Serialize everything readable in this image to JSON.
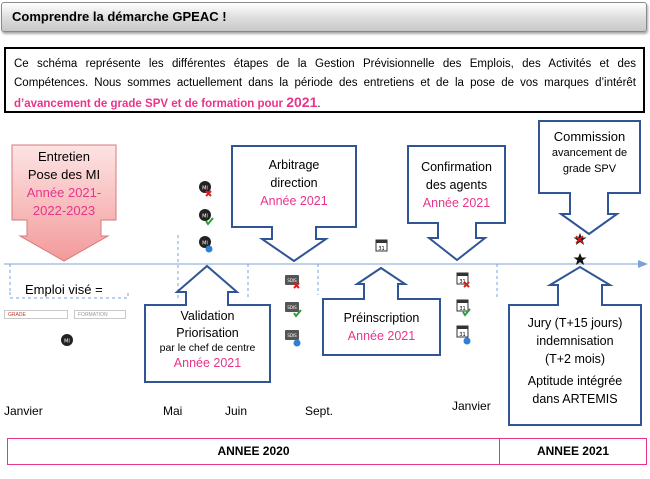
{
  "header": {
    "title": "Comprendre la démarche GPEAC !"
  },
  "intro": {
    "text": "Ce schéma représente les différentes étapes de la Gestion Prévisionnelle  des Emplois, des Activités et des Compétences. Nous sommes actuellement dans la période des entretiens et de la pose de vos marques d’intérêt ",
    "highlight": "d’avancement de grade SPV et de formation pour ",
    "year": "2021",
    "end": "."
  },
  "steps": {
    "entretien": {
      "line1": "Entretien",
      "line2": "Pose des MI",
      "year1": "Année 2021-",
      "year2": "2022-2023"
    },
    "arbitrage": {
      "line1": "Arbitrage",
      "line2": "direction",
      "year": "Année 2021"
    },
    "confirmation": {
      "line1": "Confirmation",
      "line2": "des agents",
      "year": "Année 2021"
    },
    "commission": {
      "line1": "Commission",
      "line2": "avancement de",
      "line3": "grade SPV"
    },
    "validation": {
      "line1": "Validation",
      "line2": "Priorisation",
      "line3": "par le chef de centre",
      "year": "Année 2021"
    },
    "preinscription": {
      "line1": "Préinscription",
      "year": "Année 2021"
    },
    "jury": {
      "line1": "Jury  (T+15 jours)",
      "line2": "indemnisation",
      "line3": "(T+2 mois)",
      "line4": "Aptitude intégrée",
      "line5": "dans ARTEMIS"
    }
  },
  "emploi": {
    "label": "Emploi visé  =",
    "grade": "GRADE",
    "formation": "FORMATION"
  },
  "months": {
    "janvier": "Janvier",
    "mai": "Mai",
    "juin": "Juin",
    "sept": "Sept.",
    "janvier2": "Janvier"
  },
  "years": {
    "y2020": "ANNEE 2020",
    "y2021": "ANNEE 2021"
  },
  "icons": {
    "mi": "MI",
    "sdis": "SDIS",
    "calendar_day": "31"
  },
  "colors": {
    "pink": "#e8358a",
    "arrow_blue": "#2f5597",
    "salmon": "#f4a3a3",
    "timeline": "#7aa3d6"
  }
}
